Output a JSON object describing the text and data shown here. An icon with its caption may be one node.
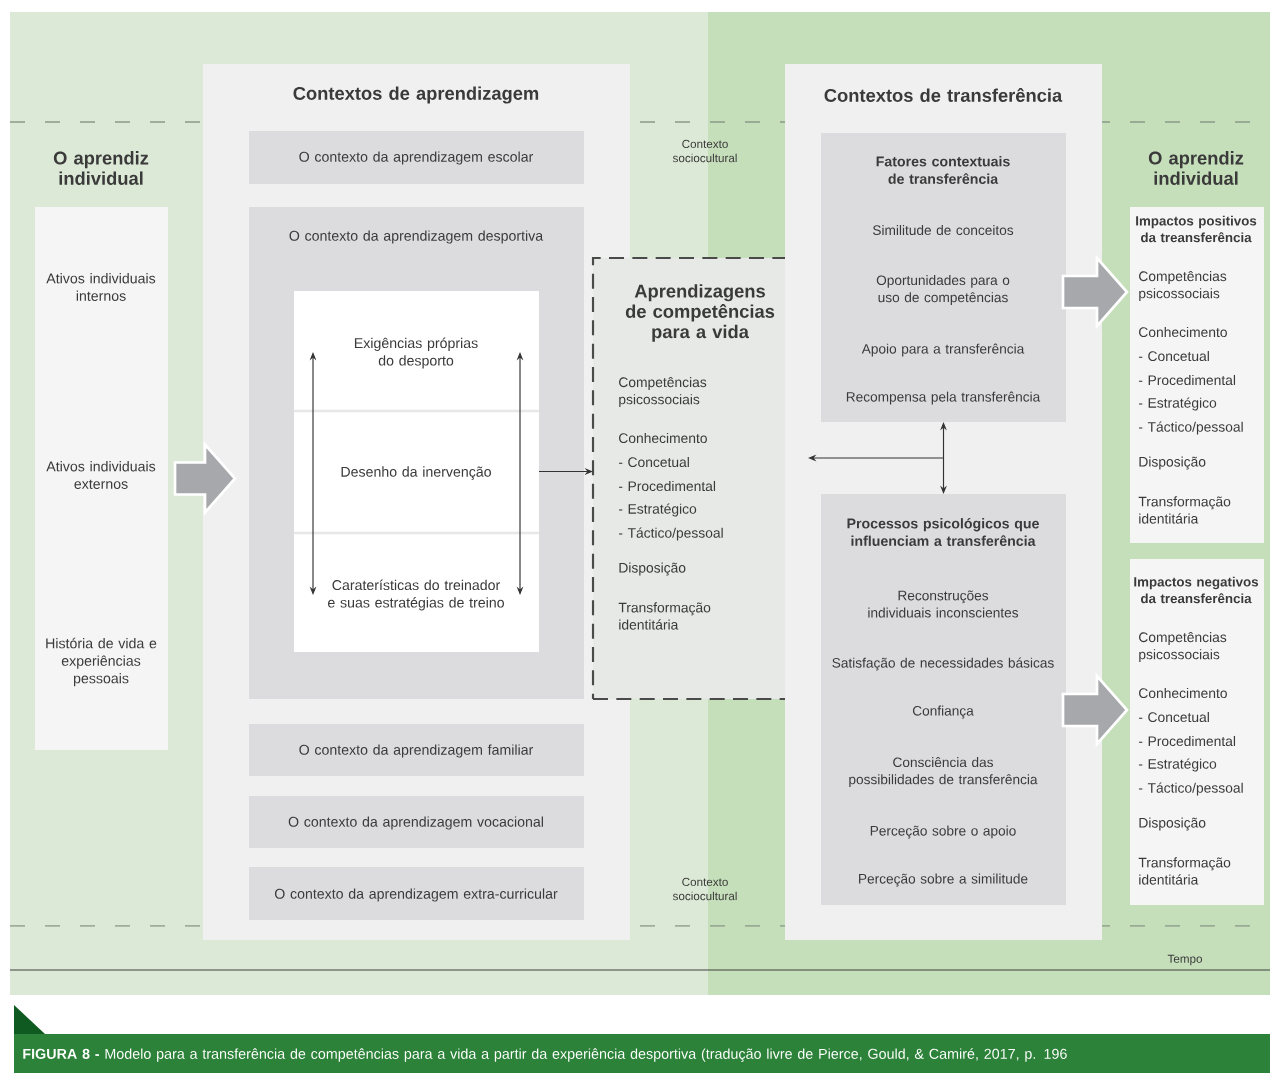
{
  "diagram": {
    "caption": "**FIGURA 8 -** Modelo para a transferência de competências para a vida a partir da experiência desportiva (tradução livre de Pierce, Gould, & Camiré, 2017, p. 196",
    "nodes": [
      {
        "text": [
          "O aprendiz individual",
          "Ativos individuais internos",
          "Ativos individuais externos",
          "História de vida e experiências pessoais"
        ]
      },
      {
        "text": [
          "Contextos de aprendizagem"
        ]
      },
      {
        "text": [
          "O contexto da aprendizagem escolar"
        ],
        "in": 1
      },
      {
        "text": [
          "O contexto da aprendizagem desportiva"
        ],
        "in": 1
      },
      {
        "text": [
          "Exigências próprias do desporto",
          "Desenho da inervenção",
          "Caraterísticas do treinador e suas estratégias de treino"
        ],
        "in": 3
      },
      {
        "text": [
          "O contexto da aprendizagem familiar"
        ],
        "in": 1
      },
      {
        "text": [
          "O contexto da aprendizagem vocacional"
        ],
        "in": 1
      },
      {
        "text": [
          "O contexto da aprendizagem extra-curricular"
        ],
        "in": 1
      },
      {
        "text": [
          "Aprendizagens de competências para a vida",
          "Competências psicossociais",
          "Conhecimento",
          "- Concetual",
          "- Procedimental",
          "- Estratégico",
          "- Táctico/pessoal",
          "Disposição",
          "Transformação identitária"
        ]
      },
      {
        "text": [
          "Contextos de transferência"
        ]
      },
      {
        "text": [
          "Fatores contextuais de transferência",
          "Similitude de conceitos",
          "Oportunidades para o uso de competências",
          "Apoio para a transferência",
          "Recompensa pela transferência"
        ],
        "in": 9
      },
      {
        "text": [
          "Processos psicológicos que influenciam a transferência",
          "Reconstruções individuais inconscientes",
          "Satisfação de necessidades básicas",
          "Confiança",
          "Consciência das possibilidades de transferência",
          "Perceção sobre o apoio",
          "Perceção sobre a similitude"
        ],
        "in": 9
      },
      {
        "text": [
          "O aprendiz individual",
          "Impactos positivos da treansferência",
          "Competências psicossociais",
          "Conhecimento",
          "- Concetual",
          "- Procedimental",
          "- Estratégico",
          "- Táctico/pessoal",
          "Disposição",
          "Transformação identitária"
        ]
      },
      {
        "text": [
          "Impactos negativos da treansferência",
          "Competências psicossociais",
          "Conhecimento",
          "- Concetual",
          "- Procedimental",
          "- Estratégico",
          "- Táctico/pessoal",
          "Disposição",
          "Transformação identitária"
        ]
      }
    ],
    "edges": [
      {
        "from": 0,
        "to": 1,
        "arrow": "to",
        "style": "thick"
      },
      {
        "from": 4,
        "to": 8,
        "arrow": "to"
      },
      {
        "from": 10,
        "to": 11,
        "arrow": "both"
      },
      {
        "from": null,
        "to": 8,
        "arrow": "to"
      },
      {
        "from": 9,
        "to": 12,
        "arrow": "to",
        "style": "thick"
      },
      {
        "from": 9,
        "to": 13,
        "arrow": "to",
        "style": "thick"
      }
    ],
    "labels": [
      "Contexto sociocultural",
      "Contexto sociocultural",
      "Tempo"
    ]
  }
}
